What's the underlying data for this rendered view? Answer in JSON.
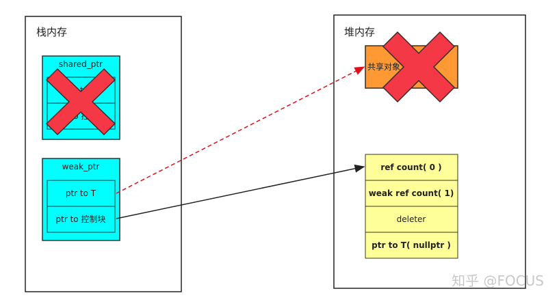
{
  "stack": {
    "title": "栈内存",
    "shared_ptr": {
      "title": "shared_ptr",
      "rows": [
        "ptr to T",
        "ptr to 控制块"
      ],
      "crossed": true
    },
    "weak_ptr": {
      "title": "weak_ptr",
      "rows": [
        "ptr to T",
        "ptr to 控制块"
      ]
    }
  },
  "heap": {
    "title": "堆内存",
    "shared_object": {
      "label": "共享对象",
      "crossed": true
    },
    "control_block": {
      "rows": [
        "ref count( 0 )",
        "weak ref count( 1)",
        "deleter",
        "ptr to T( nullptr )"
      ]
    }
  },
  "watermark": "知乎 @FOCUS",
  "colors": {
    "pointer_box": "#00FFFF",
    "shared_object": "#FF9933",
    "control_block": "#FFFF99",
    "cross": "#F53845",
    "dangling_arrow": "#E0101A"
  }
}
